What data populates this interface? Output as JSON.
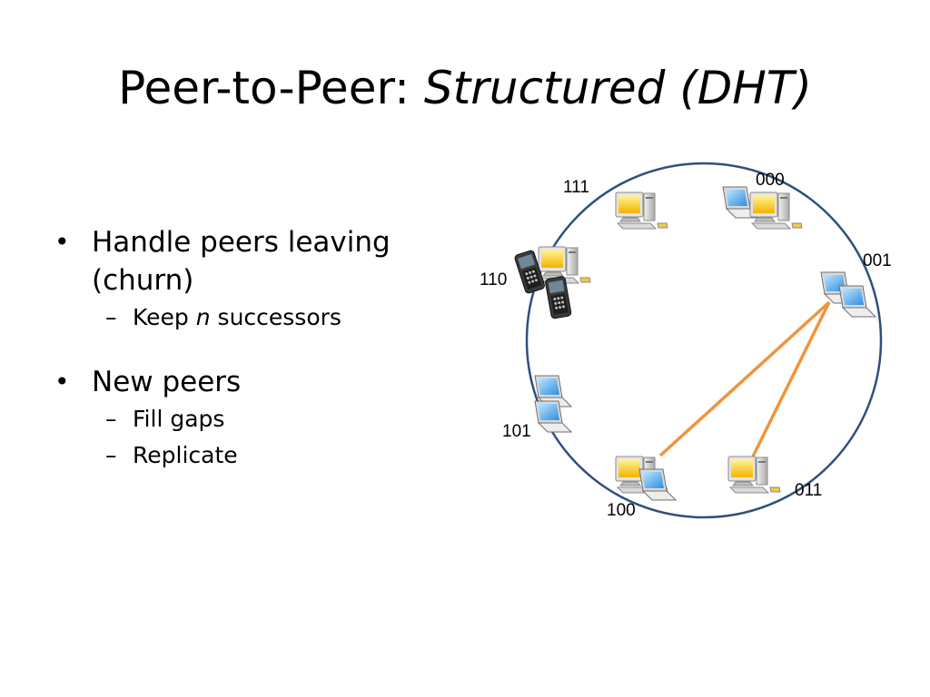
{
  "title": {
    "main": "Peer-to-Peer: ",
    "emphasis": "Structured (DHT)"
  },
  "bullets": [
    {
      "text_line1": "Handle peers leaving",
      "text_line2": "(churn)",
      "subs": [
        {
          "before": "Keep ",
          "italic": "n",
          "after": " successors"
        }
      ]
    },
    {
      "text_line1": "New peers",
      "subs": [
        {
          "text": "Fill gaps"
        },
        {
          "text": "Replicate"
        }
      ]
    }
  ],
  "diagram": {
    "ring_color": "#2F4F7F",
    "link_color": "#F0943E",
    "nodes": [
      {
        "id": "000",
        "label": "000",
        "icon": "desktop-and-laptop-icon"
      },
      {
        "id": "001",
        "label": "001",
        "icon": "two-laptops-icon"
      },
      {
        "id": "011",
        "label": "011",
        "icon": "desktop-computer-icon"
      },
      {
        "id": "100",
        "label": "100",
        "icon": "desktop-and-laptop-icon"
      },
      {
        "id": "101",
        "label": "101",
        "icon": "two-laptops-icon"
      },
      {
        "id": "110",
        "label": "110",
        "icon": "phone-and-desktop-icon"
      },
      {
        "id": "111",
        "label": "111",
        "icon": "desktop-computer-icon"
      }
    ],
    "links": [
      {
        "from": "001",
        "to": "100"
      },
      {
        "from": "001",
        "to": "011"
      }
    ]
  }
}
